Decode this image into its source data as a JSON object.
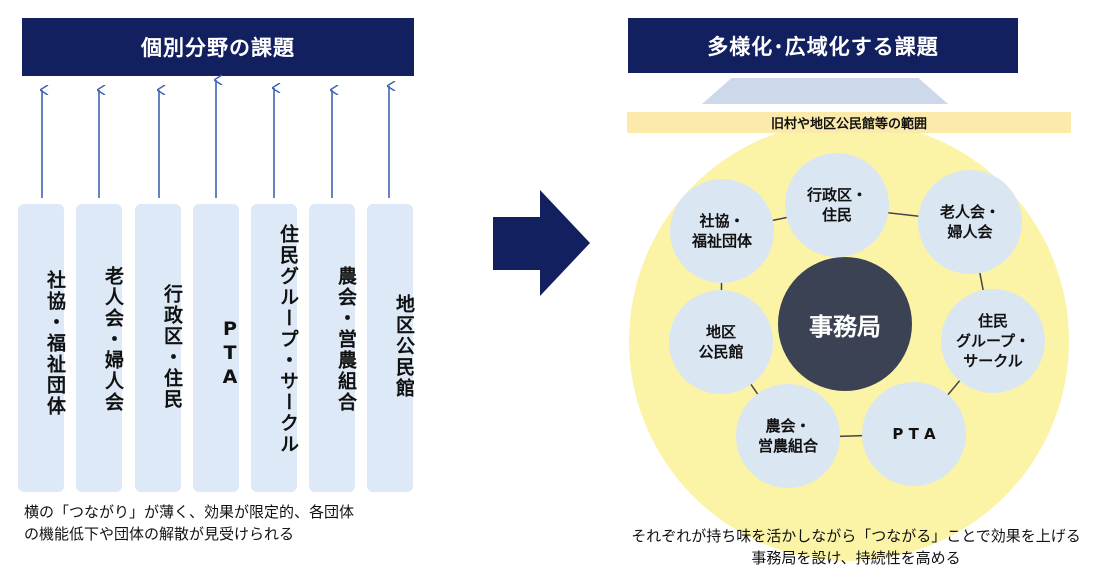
{
  "left": {
    "title": "個別分野の課題",
    "columns": [
      {
        "label": "社協・福祉団体"
      },
      {
        "label": "老人会・婦人会"
      },
      {
        "label": "行政区・住民"
      },
      {
        "label": "PTA"
      },
      {
        "label": "住民グループ・サークル"
      },
      {
        "label": "農会・営農組合"
      },
      {
        "label": "地区公民館"
      }
    ],
    "note_line1": "横の「つながり」が薄く、効果が限定的、各団体",
    "note_line2": "の機能低下や団体の解散が見受けられる"
  },
  "right": {
    "title": "多様化･広域化する課題",
    "scope_label": "旧村や地区公民館等の範囲",
    "center": "事務局",
    "nodes": {
      "gyosei": [
        "行政区・",
        "住民"
      ],
      "rojin": [
        "老人会・",
        "婦人会"
      ],
      "jumin": [
        "住民",
        "グループ・",
        "サークル"
      ],
      "pta": [
        "P T A"
      ],
      "nokai": [
        "農会・",
        "営農組合"
      ],
      "kominkan": [
        "地区",
        "公民館"
      ],
      "shakyo": [
        "社協・",
        "福祉団体"
      ]
    },
    "note_line1": "それぞれが持ち味を活かしながら「つながる」ことで効果を上げる",
    "note_line2": "事務局を設け、持続性を高める"
  },
  "colors": {
    "banner": "#132060",
    "column": "#dde9f6",
    "arrow_line": "#3f63b4",
    "big_arrow": "#132060",
    "scope_band": "#fbeaa9",
    "big_circle": "#fbf3a6",
    "node": "#dbe6f3",
    "center": "#3b4253"
  }
}
